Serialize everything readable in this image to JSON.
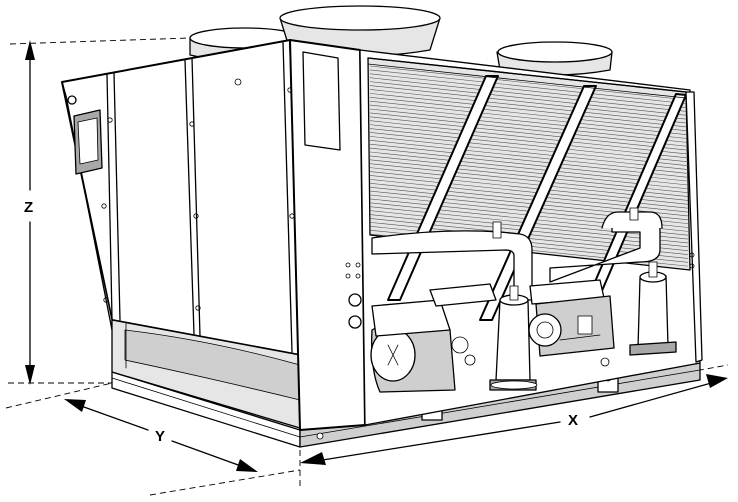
{
  "diagram": {
    "dimensions": {
      "x_label": "X",
      "y_label": "Y",
      "z_label": "Z"
    },
    "colors": {
      "line": "#000000",
      "background": "#ffffff",
      "shade_light": "#e6e6e6",
      "shade_mid": "#cfcfcf",
      "shade_dark": "#a8a8a8"
    }
  }
}
